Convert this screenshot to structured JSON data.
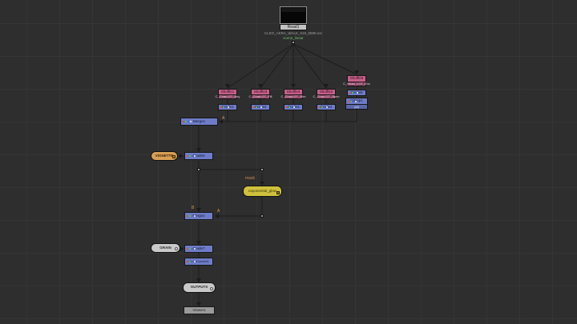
{
  "app": "node-graph-compositor",
  "colors": {
    "background": "#2e2e2e",
    "grid": "#353535",
    "wire": "#1c1c1c",
    "shuffle_pink": "#c75f8a",
    "shuffle_sub_pink": "#8d4263",
    "grade_blue": "#6e7cc8",
    "gizmo_orange": "#d79f56",
    "glow_yellow": "#cfc13d",
    "pill_gray": "#c9c9c9",
    "viewer_gray": "#9a9a9a",
    "colorspace_green": "#6cc06c",
    "input_label_orange": "#d79b3f"
  },
  "nodes": {
    "read": {
      "title": "Read1",
      "file": "CLEO_AKRA_WALK_019_0590.exr",
      "colorspace": "scene_linear"
    },
    "shuffles": [
      {
        "title": "Shuffle1",
        "channel": "C_CharLGT_Key"
      },
      {
        "title": "Shuffle3",
        "channel": "C_CharLGT_Fill"
      },
      {
        "title": "Shuffle4",
        "channel": "C_CharLGT_Rim"
      },
      {
        "title": "Shuffle2",
        "channel": "C_CharLGT_Spec"
      },
      {
        "title": "Shuffle5",
        "channel": "C_Head_LGT_Env"
      }
    ],
    "grades": [
      {
        "title": "Grade1"
      },
      {
        "title": "Grade2"
      },
      {
        "title": "Grade3"
      },
      {
        "title": "Grade4"
      },
      {
        "title": "Grade5"
      }
    ],
    "clamp": {
      "title": "Clamp1",
      "subtitle": "(all)"
    },
    "merge_row": {
      "title": "Merge1"
    },
    "grade_vignette": {
      "title": "Grade6"
    },
    "merge_glow": {
      "title": "Merge2"
    },
    "grade_grain": {
      "title": "Grade7"
    },
    "color_correct": {
      "title": "ColorCorrect1"
    },
    "vignette": {
      "title": "VIGNETTE"
    },
    "glow": {
      "title": "exponential_glow"
    },
    "grain": {
      "title": "GRAIN"
    },
    "outputs": {
      "title": "OUTPUTS"
    },
    "viewer": {
      "title": "Viewer1"
    }
  },
  "wire_labels": {
    "mask": "mask",
    "input_a": "A",
    "input_b": "B",
    "merge_row_input": "A"
  }
}
